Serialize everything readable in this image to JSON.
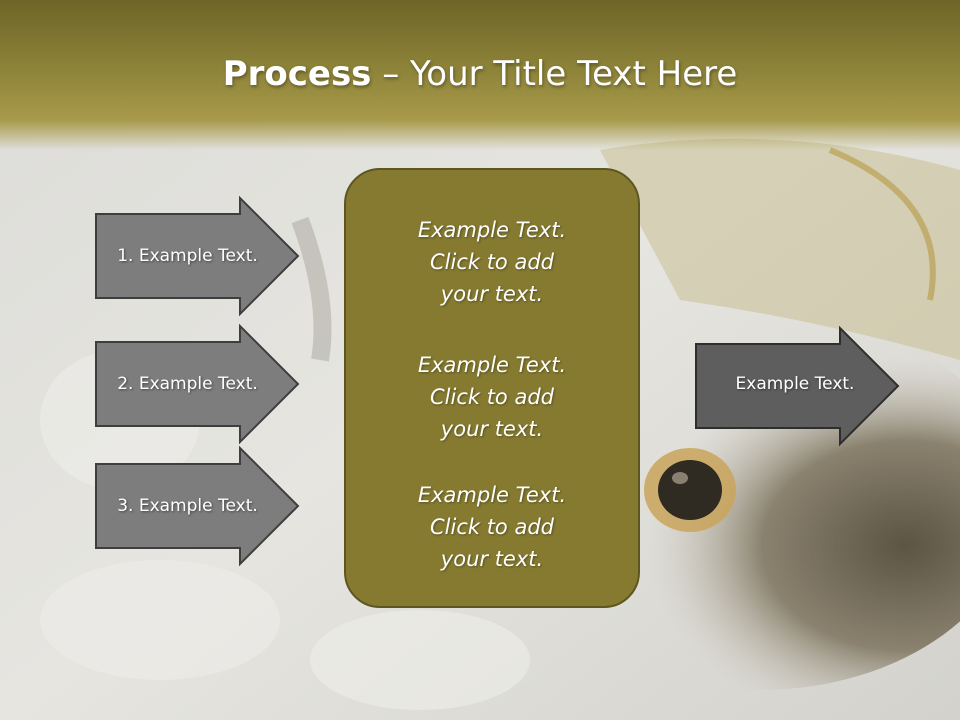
{
  "slide": {
    "title_bold": "Process",
    "title_rest": " – Your Title Text Here",
    "left_items": [
      {
        "label": "1. Example Text."
      },
      {
        "label": "2. Example Text."
      },
      {
        "label": "3. Example Text."
      }
    ],
    "center_items": [
      {
        "line1": "Example Text.",
        "line2": "Click  to add",
        "line3": "your text."
      },
      {
        "line1": "Example Text.",
        "line2": "Click  to add",
        "line3": "your text."
      },
      {
        "line1": "Example Text.",
        "line2": "Click  to add",
        "line3": "your text."
      }
    ],
    "right_item": {
      "label": "Example Text."
    }
  },
  "colors": {
    "header": "#8c8238",
    "center_box": "#857a30",
    "left_arrow": "#7d7d7d",
    "right_arrow": "#5e5e5e"
  }
}
